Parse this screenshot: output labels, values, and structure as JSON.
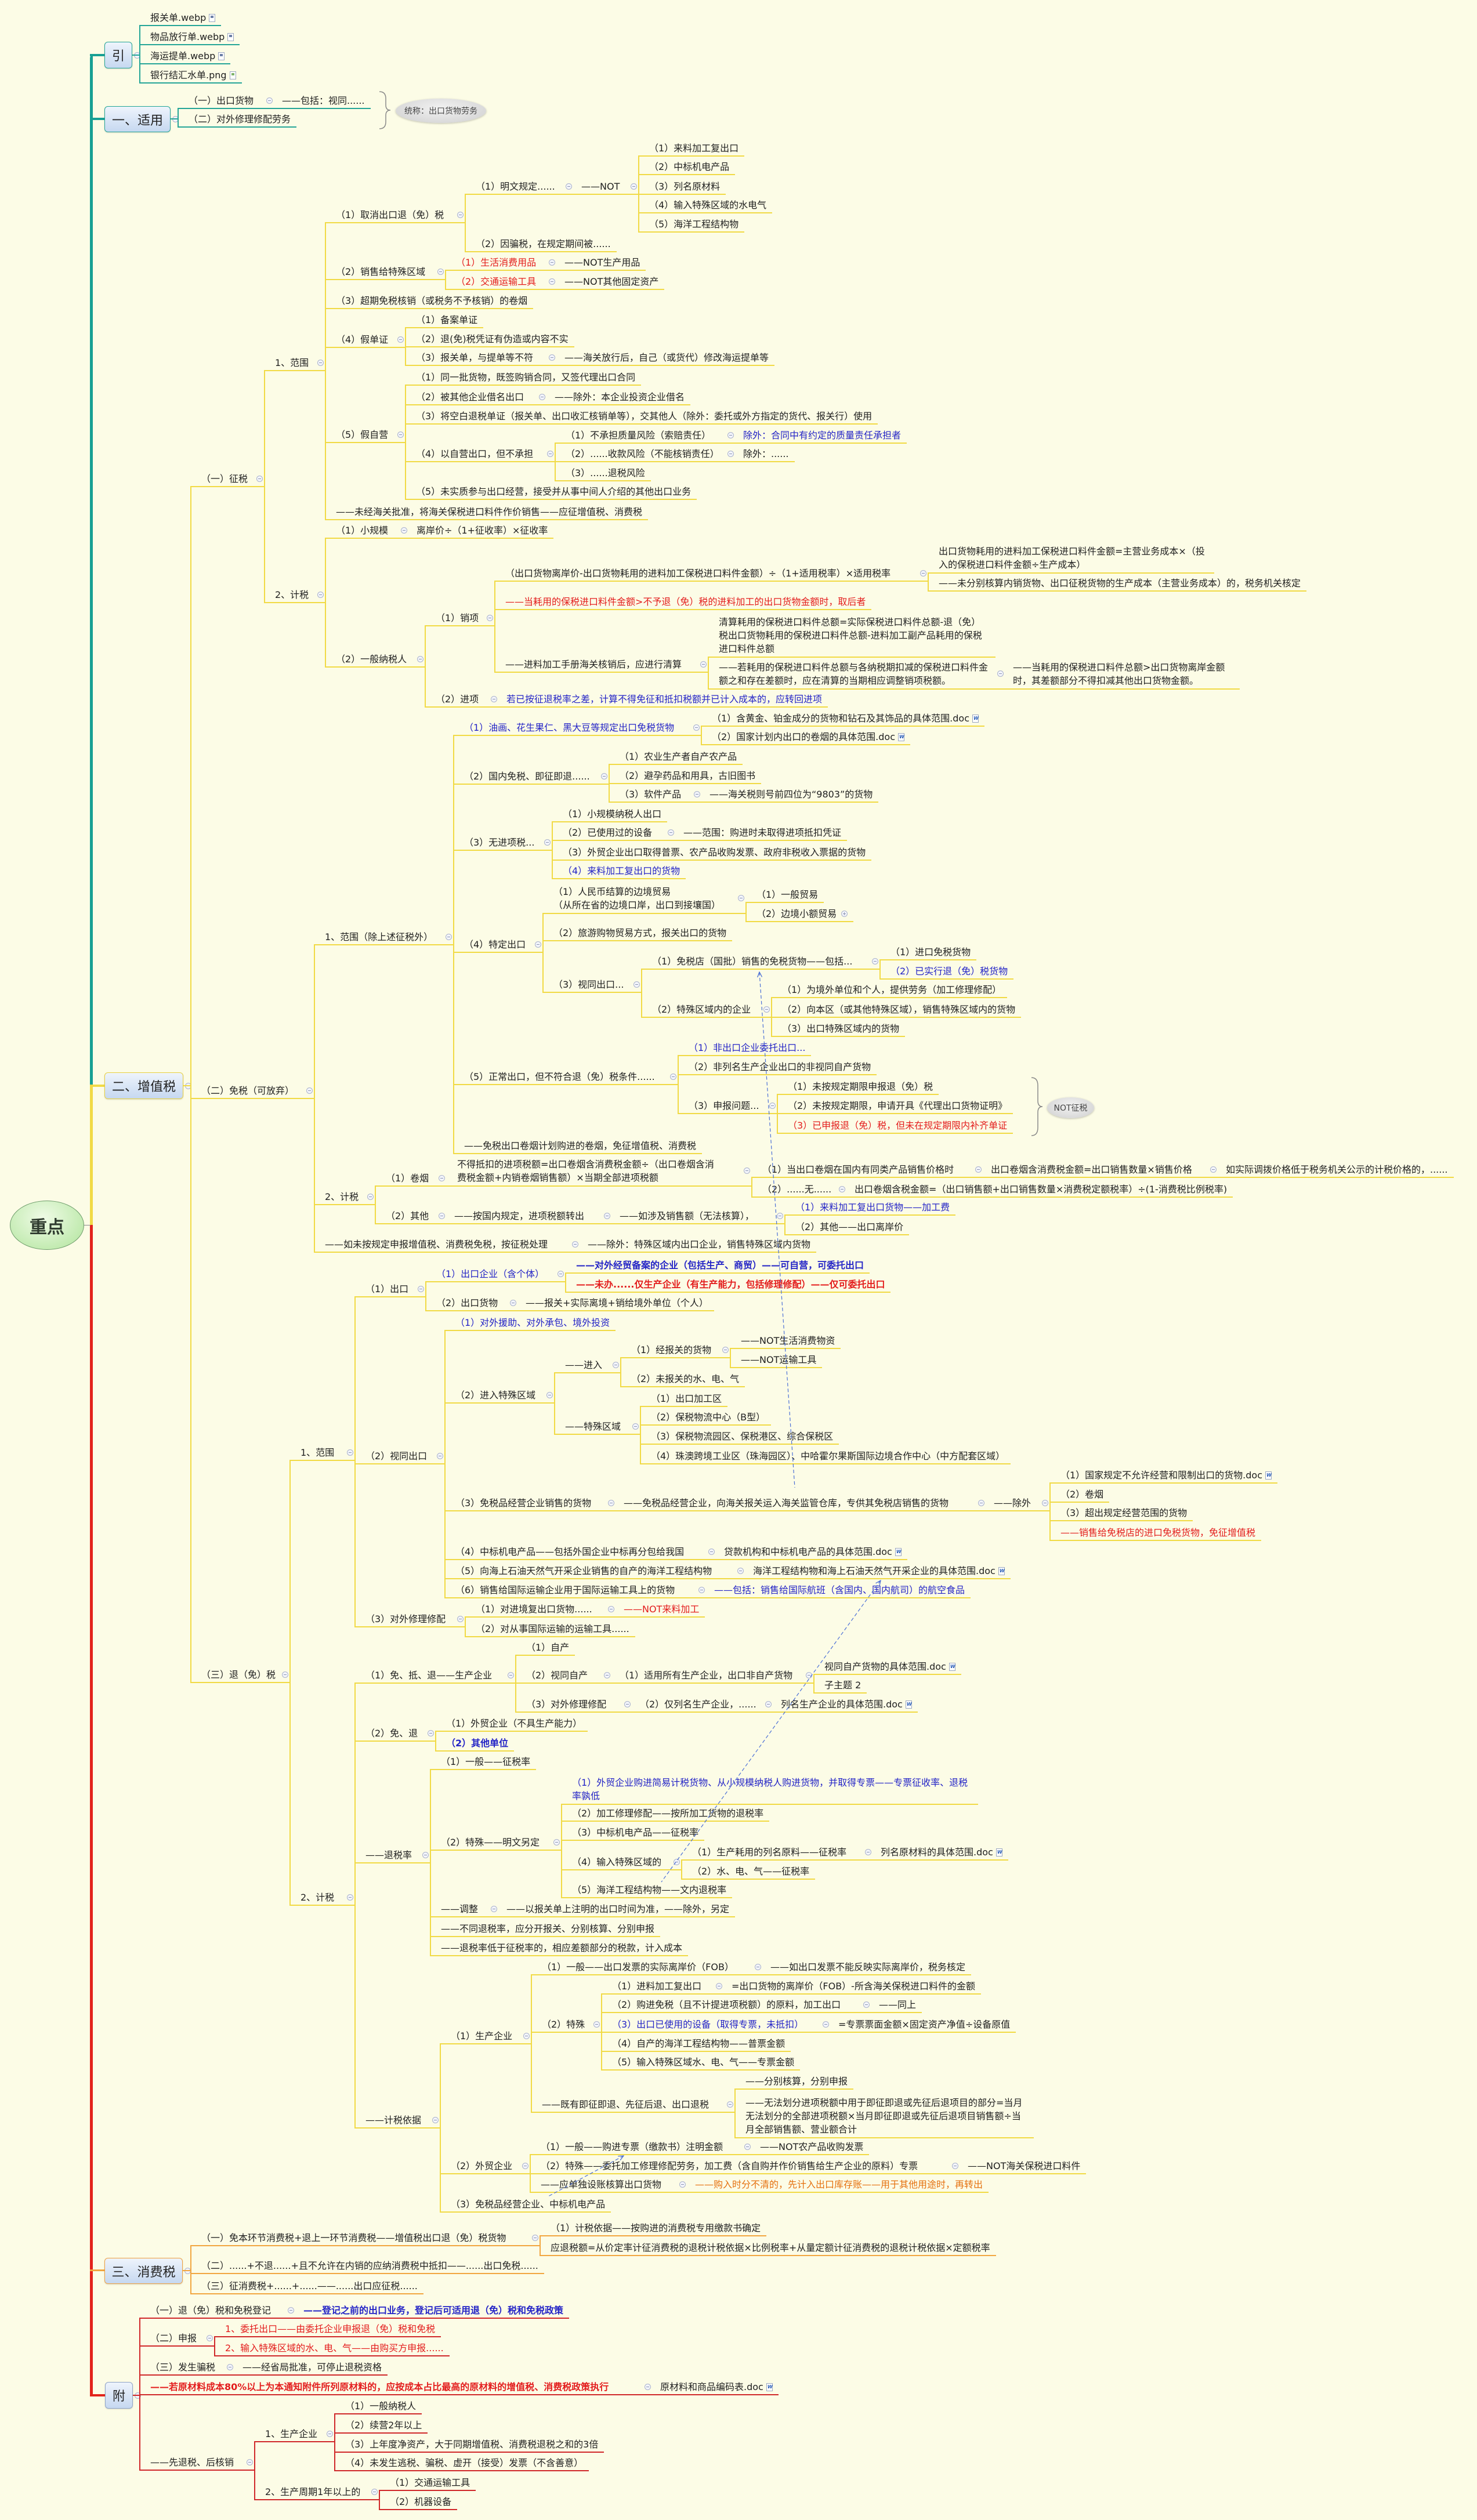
{
  "root": "重点",
  "theme": {
    "background": "#fcfce6",
    "branch_teal": "#24a597",
    "branch_yellow": "#f1da45",
    "branch_orange": "#f2a640",
    "branch_red": "#d0282a",
    "text_red": "#e31c1c",
    "text_blue": "#2323c6",
    "text_orange": "#e5700e"
  },
  "intro": {
    "label": "引",
    "files": [
      "报关单.webp",
      "物品放行单.webp",
      "海运提单.webp",
      "银行结汇水单.png"
    ]
  },
  "applicable": {
    "label": "一、适用",
    "goods": "（一）出口货物",
    "goods_note": "——包括：视同......",
    "repair": "（二）对外修理修配劳务",
    "summary": "统称：出口货物劳务"
  },
  "vat": {
    "label": "二、增值税",
    "levy": {
      "text": "（一）征税",
      "scope": {
        "text": "1、范围",
        "children": [
          {
            "text": "（1）取消出口退（免）税",
            "children": [
              {
                "text": "（1）明文规定......",
                "note": "——NOT",
                "children": [
                  {
                    "text": "（1）来料加工复出口"
                  },
                  {
                    "text": "（2）中标机电产品"
                  },
                  {
                    "text": "（3）列名原材料"
                  },
                  {
                    "text": "（4）输入特殊区域的水电气"
                  },
                  {
                    "text": "（5）海洋工程结构物"
                  }
                ]
              },
              {
                "text": "（2）因骗税，在规定期间被......"
              }
            ]
          },
          {
            "text": "（2）销售给特殊区域",
            "children": [
              {
                "text": "（1）生活消费用品",
                "note": "——NOT生产用品"
              },
              {
                "text": "（2）交通运输工具",
                "note": "——NOT其他固定资产"
              }
            ]
          },
          {
            "text": "（3）超期免税核销（或税务不予核销）的卷烟"
          },
          {
            "text": "（4）假单证",
            "children": [
              {
                "text": "（1）备案单证"
              },
              {
                "text": "（2）退(免)税凭证有伪造或内容不实"
              },
              {
                "text": "（3）报关单，与提单等不符",
                "note": "——海关放行后，自己（或货代）修改海运提单等"
              }
            ]
          },
          {
            "text": "（5）假自营",
            "children": [
              {
                "text": "（1）同一批货物，既签购销合同，又签代理出口合同"
              },
              {
                "text": "（2）被其他企业借名出口",
                "note": "——除外：本企业投资企业借名"
              },
              {
                "text": "（3）将空白退税单证（报关单、出口收汇核销单等），交其他人（除外：委托或外方指定的货代、报关行）使用"
              },
              {
                "text": "（4）以自营出口，但不承担",
                "children": [
                  {
                    "text": "（1）不承担质量风险（索赔责任）",
                    "note": "除外：合同中有约定的质量责任承担者"
                  },
                  {
                    "text": "（2）......收款风险（不能核销责任）",
                    "note": "除外：......"
                  },
                  {
                    "text": "（3）......退税风险"
                  }
                ]
              },
              {
                "text": "（5）未实质参与出口经营，接受并从事中间人介绍的其他出口业务"
              }
            ]
          },
          {
            "text": "——未经海关批准，将海关保税进口料件作价销售——应征增值税、消费税"
          }
        ]
      },
      "calc": {
        "text": "2、计税",
        "children": [
          {
            "text": "（1）小规模",
            "note": "离岸价÷（1+征收率）×征收率"
          },
          {
            "text": "（2）一般纳税人",
            "children": [
              {
                "text": "（1）销项",
                "children": [
                  {
                    "text": "（出口货物离岸价-出口货物耗用的进料加工保税进口料件金额）÷（1+适用税率）×适用税率",
                    "children": [
                      {
                        "text": "出口货物耗用的进料加工保税进口料件金额=主营业务成本×（投入的保税进口料件金额÷生产成本）"
                      },
                      {
                        "text": "——未分别核算内销货物、出口征税货物的生产成本（主营业务成本）的，税务机关核定"
                      }
                    ]
                  },
                  {
                    "text": "——当耗用的保税进口料件金额>不予退（免）税的进料加工的出口货物金额时，取后者"
                  },
                  {
                    "text": "——进料加工手册海关核销后，应进行清算",
                    "children": [
                      {
                        "text": "清算耗用的保税进口料件总额=实际保税进口料件总额-退（免）税出口货物耗用的保税进口料件总额-进料加工副产品耗用的保税进口料件总额"
                      },
                      {
                        "text": "——若耗用的保税进口料件总额与各纳税期扣减的保税进口料件金额之和存在差额时，应在清算的当期相应调整销项税额。",
                        "note": "——当耗用的保税进口料件总额>出口货物离岸金额时，其差额部分不得扣减其他出口货物金额。"
                      }
                    ]
                  }
                ]
              },
              {
                "text": "（2）进项",
                "note": "若已按征退税率之差，计算不得免征和抵扣税额并已计入成本的，应转回进项"
              }
            ]
          }
        ]
      }
    },
    "exempt": {
      "text": "（二）免税（可放弃）",
      "scope": {
        "text": "1、范围（除上述征税外）",
        "children": [
          {
            "text": "（1）油画、花生果仁、黑大豆等规定出口免税货物",
            "children": [
              {
                "text": "（1）含黄金、铂金成分的货物和钻石及其饰品的具体范围.doc"
              },
              {
                "text": "（2）国家计划内出口的卷烟的具体范围.doc"
              }
            ]
          },
          {
            "text": "（2）国内免税、即征即退......",
            "children": [
              {
                "text": "（1）农业生产者自产农产品"
              },
              {
                "text": "（2）避孕药品和用具，古旧图书"
              },
              {
                "text": "（3）软件产品",
                "note": "——海关税则号前四位为“9803”的货物"
              }
            ]
          },
          {
            "text": "（3）无进项税...",
            "children": [
              {
                "text": "（1）小规模纳税人出口"
              },
              {
                "text": "（2）已使用过的设备",
                "note": "——范围：购进时未取得进项抵扣凭证"
              },
              {
                "text": "（3）外贸企业出口取得普票、农产品收购发票、政府非税收入票据的货物"
              },
              {
                "text": "（4）来料加工复出口的货物"
              }
            ]
          },
          {
            "text": "（4）特定出口",
            "children": [
              {
                "text": "（1）人民币结算的边境贸易\n（从所在省的边境口岸，出口到接壤国）",
                "children": [
                  {
                    "text": "（1）一般贸易"
                  },
                  {
                    "text": "（2）边境小额贸易"
                  }
                ]
              },
              {
                "text": "（2）旅游购物贸易方式，报关出口的货物"
              },
              {
                "text": "（3）视同出口...",
                "children": [
                  {
                    "text": "（1）免税店（国批）销售的免税货物——包括...",
                    "children": [
                      {
                        "text": "（1）进口免税货物"
                      },
                      {
                        "text": "（2）已实行退（免）税货物"
                      }
                    ]
                  },
                  {
                    "text": "（2）特殊区域内的企业",
                    "children": [
                      {
                        "text": "（1）为境外单位和个人，提供劳务（加工修理修配）"
                      },
                      {
                        "text": "（2）向本区（或其他特殊区域），销售特殊区域内的货物"
                      },
                      {
                        "text": "（3）出口特殊区域内的货物"
                      }
                    ]
                  }
                ]
              }
            ]
          },
          {
            "text": "（5）正常出口，但不符合退（免）税条件......",
            "children": [
              {
                "text": "（1）非出口企业委托出口..."
              },
              {
                "text": "（2）非列名生产企业出口的非视同自产货物"
              },
              {
                "text": "（3）申报问题...",
                "summary": "NOT征税",
                "children": [
                  {
                    "text": "（1）未按规定期限申报退（免）税"
                  },
                  {
                    "text": "（2）未按规定期限，申请开具《代理出口货物证明》"
                  },
                  {
                    "text": "（3）已申报退（免）税，但未在规定期限内补齐单证"
                  }
                ]
              }
            ]
          },
          {
            "text": "——免税出口卷烟计划购进的卷烟，免征增值税、消费税"
          }
        ]
      },
      "calc": {
        "text": "2、计税",
        "children": [
          {
            "text": "（1）卷烟",
            "note": "不得抵扣的进项税额=出口卷烟含消费税金额÷（出口卷烟含消费税金额+内销卷烟销售额）×当期全部进项税额",
            "children": [
              {
                "text": "（1）当出口卷烟在国内有同类产品销售价格时",
                "note": "出口卷烟含消费税金额=出口销售数量×销售价格",
                "note2": "如实际调拨价格低于税务机关公示的计税价格的，......"
              },
              {
                "text": "（2）......无......",
                "note": "出口卷烟含税金额=（出口销售额+出口销售数量×消费税定额税率）÷(1-消费税比例税率)"
              }
            ]
          },
          {
            "text": "（2）其他",
            "note": "——按国内规定，进项税额转出",
            "note2": "——如涉及销售额（无法核算），",
            "children": [
              {
                "text": "（1）来料加工复出口货物——加工费"
              },
              {
                "text": "（2）其他——出口离岸价"
              }
            ]
          }
        ]
      },
      "unfiled": {
        "text": "——如未按规定申报增值税、消费税免税，按征税处理",
        "note": "——除外：特殊区域内出口企业，销售特殊区域内货物"
      }
    },
    "refund": {
      "text": "（三）退（免）税",
      "scope": {
        "text": "1、范围",
        "children": [
          {
            "text": "（1）出口",
            "children": [
              {
                "text": "（1）出口企业（含个体）",
                "children": [
                  {
                    "text": "——对外经贸备案的企业（包括生产、商贸）——可自营，可委托出口"
                  },
                  {
                    "text": "——未办......仅生产企业（有生产能力，包括修理修配）——仅可委托出口"
                  }
                ]
              },
              {
                "text": "（2）出口货物",
                "note": "——报关+实际离境+销给境外单位（个人）"
              }
            ]
          },
          {
            "text": "（2）视同出口",
            "children": [
              {
                "text": "（1）对外援助、对外承包、境外投资"
              },
              {
                "text": "（2）进入特殊区域",
                "children": [
                  {
                    "text": "——进入",
                    "children": [
                      {
                        "text": "（1）经报关的货物",
                        "children": [
                          {
                            "text": "——NOT生活消费物资"
                          },
                          {
                            "text": "——NOT运输工具"
                          }
                        ]
                      },
                      {
                        "text": "（2）未报关的水、电、气"
                      }
                    ]
                  },
                  {
                    "text": "——特殊区域",
                    "children": [
                      {
                        "text": "（1）出口加工区"
                      },
                      {
                        "text": "（2）保税物流中心（B型）"
                      },
                      {
                        "text": "（3）保税物流园区、保税港区、综合保税区"
                      },
                      {
                        "text": "（4）珠澳跨境工业区（珠海园区）、中哈霍尔果斯国际边境合作中心（中方配套区域）"
                      }
                    ]
                  }
                ]
              },
              {
                "text": "（3）免税品经营企业销售的货物",
                "note": "——免税品经营企业，向海关报关运入海关监管仓库，专供其免税店销售的货物",
                "note2": "——除外",
                "children": [
                  {
                    "text": "（1）国家规定不允许经营和限制出口的货物.doc"
                  },
                  {
                    "text": "（2）卷烟"
                  },
                  {
                    "text": "（3）超出规定经营范围的货物"
                  },
                  {
                    "text": "——销售给免税店的进口免税货物，免征增值税"
                  }
                ]
              },
              {
                "text": "（4）中标机电产品——包括外国企业中标再分包给我国",
                "note": "贷款机构和中标机电产品的具体范围.doc"
              },
              {
                "text": "（5）向海上石油天然气开采企业销售的自产的海洋工程结构物",
                "note": "海洋工程结构物和海上石油天然气开采企业的具体范围.doc"
              },
              {
                "text": "（6）销售给国际运输企业用于国际运输工具上的货物",
                "note": "——包括：销售给国际航班（含国内、国内航司）的航空食品"
              }
            ]
          },
          {
            "text": "（3）对外修理修配",
            "children": [
              {
                "text": "（1）对进境复出口货物......",
                "note": "——NOT来料加工"
              },
              {
                "text": "（2）对从事国际运输的运输工具......"
              }
            ]
          }
        ]
      },
      "calc": {
        "text": "2、计税",
        "children": [
          {
            "text": "（1）免、抵、退——生产企业",
            "children": [
              {
                "text": "（1）自产"
              },
              {
                "text": "（2）视同自产",
                "note": "（1）适用所有生产企业，出口非自产货物",
                "children": [
                  {
                    "text": "视同自产货物的具体范围.doc"
                  },
                  {
                    "text": "子主题 2"
                  }
                ]
              },
              {
                "text": "（3）对外修理修配",
                "note": "（2）仅列名生产企业，......",
                "note2": "列名生产企业的具体范围.doc"
              }
            ]
          },
          {
            "text": "（2）免、退",
            "children": [
              {
                "text": "（1）外贸企业（不具生产能力）"
              },
              {
                "text": "（2）其他单位"
              }
            ]
          },
          {
            "text": "——退税率",
            "children": [
              {
                "text": "（1）一般——征税率"
              },
              {
                "text": "（2）特殊——明文另定",
                "children": [
                  {
                    "text": "（1）外贸企业购进简易计税货物、从小规模纳税人购进货物，并取得专票——专票征收率、退税率孰低"
                  },
                  {
                    "text": "（2）加工修理修配——按所加工货物的退税率"
                  },
                  {
                    "text": "（3）中标机电产品——征税率"
                  },
                  {
                    "text": "（4）输入特殊区域的",
                    "children": [
                      {
                        "text": "（1）生产耗用的列名原料——征税率",
                        "note": "列名原材料的具体范围.doc"
                      },
                      {
                        "text": "（2）水、电、气——征税率"
                      }
                    ]
                  },
                  {
                    "text": "（5）海洋工程结构物——文内退税率"
                  }
                ]
              },
              {
                "text": "——调整",
                "note": "——以报关单上注明的出口时间为准，——除外，另定"
              },
              {
                "text": "——不同退税率，应分开报关、分别核算、分别申报"
              },
              {
                "text": "——退税率低于征税率的，相应差额部分的税款，计入成本"
              }
            ]
          },
          {
            "text": "——计税依据",
            "children": [
              {
                "text": "（1）生产企业",
                "children": [
                  {
                    "text": "（1）一般——出口发票的实际离岸价（FOB）",
                    "note": "——如出口发票不能反映实际离岸价，税务核定"
                  },
                  {
                    "text": "（2）特殊",
                    "children": [
                      {
                        "text": "（1）进料加工复出口",
                        "note": "=出口货物的离岸价（FOB）-所含海关保税进口料件的金额"
                      },
                      {
                        "text": "（2）购进免税（且不计提进项税额）的原料，加工出口",
                        "note": "——同上"
                      },
                      {
                        "text": "（3）出口已使用的设备（取得专票，未抵扣）",
                        "note": "=专票票面金额×固定资产净值÷设备原值"
                      },
                      {
                        "text": "（4）自产的海洋工程结构物——普票金额"
                      },
                      {
                        "text": "（5）输入特殊区域水、电、气——专票金额"
                      }
                    ]
                  },
                  {
                    "text": "——既有即征即退、先征后退、出口退税",
                    "children": [
                      {
                        "text": "——分别核算，分别申报"
                      },
                      {
                        "text": "——无法划分进项税额中用于即征即退或先征后退项目的部分=当月无法划分的全部进项税额×当月即征即退或先征后退项目销售额÷当月全部销售额、营业额合计"
                      }
                    ]
                  }
                ]
              },
              {
                "text": "（2）外贸企业",
                "children": [
                  {
                    "text": "（1）一般——购进专票（缴款书）注明金额",
                    "note": "——NOT农产品收购发票"
                  },
                  {
                    "text": "（2）特殊——委托加工修理修配劳务，加工费（含自购并作价销售给生产企业的原料）专票",
                    "note": "——NOT海关保税进口料件"
                  },
                  {
                    "text": "——应单独设账核算出口货物",
                    "note": "——购入时分不清的，先计入出口库存账——用于其他用途时，再转出"
                  }
                ]
              },
              {
                "text": "（3）免税品经营企业、中标机电产品"
              }
            ]
          }
        ]
      }
    }
  },
  "consumption": {
    "label": "三、消费税",
    "children": [
      {
        "text": "（一）免本环节消费税+退上一环节消费税——增值税出口退（免）税货物",
        "children": [
          {
            "text": "（1）计税依据——按购进的消费税专用缴款书确定"
          },
          {
            "text": "应退税额=从价定率计征消费税的退税计税依据×比例税率+从量定额计征消费税的退税计税依据×定额税率"
          }
        ]
      },
      {
        "text": "（二）......+不退......+且不允许在内销的应纳消费税中抵扣——......出口免税......"
      },
      {
        "text": "（三）征消费税+......+......——......出口应征税......"
      }
    ]
  },
  "appendix": {
    "label": "附",
    "children": [
      {
        "text": "（一）退（免）税和免税登记",
        "note": "——登记之前的出口业务，登记后可适用退（免）税和免税政策"
      },
      {
        "text": "（二）申报",
        "children": [
          {
            "text": "1、委托出口——由委托企业申报退（免）税和免税"
          },
          {
            "text": "2、输入特殊区域的水、电、气——由购买方申报......"
          }
        ]
      },
      {
        "text": "（三）发生骗税",
        "note": "——经省局批准，可停止退税资格"
      },
      {
        "text": "——若原材料成本80%以上为本通知附件所列原材料的，应按成本占比最高的原材料的增值税、消费税政策执行",
        "note": "原材料和商品编码表.doc"
      },
      {
        "text": "——先退税、后核销",
        "children": [
          {
            "text": "1、生产企业",
            "children": [
              {
                "text": "（1）一般纳税人"
              },
              {
                "text": "（2）续营2年以上"
              },
              {
                "text": "（3）上年度净资产，大于同期增值税、消费税退税之和的3倍"
              },
              {
                "text": "（4）未发生逃税、骗税、虚开（接受）发票（不含善意）"
              }
            ]
          },
          {
            "text": "2、生产周期1年以上的",
            "children": [
              {
                "text": "（1）交通运输工具"
              },
              {
                "text": "（2）机器设备"
              }
            ]
          }
        ]
      }
    ]
  }
}
